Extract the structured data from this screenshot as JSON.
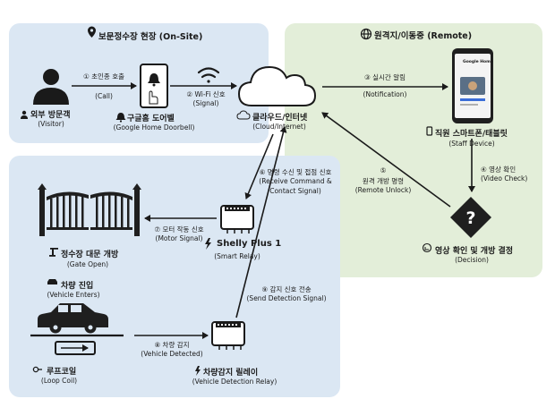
{
  "sections": {
    "onsite": {
      "title": "보문정수장 현장 (On-Site)"
    },
    "remote": {
      "title": "원격지/이동중 (Remote)"
    }
  },
  "nodes": {
    "visitor": {
      "label": "외부 방문객",
      "sub": "(Visitor)"
    },
    "doorbell": {
      "label": "구글홈 도어벨",
      "sub": "(Google Home Doorbell)"
    },
    "cloud": {
      "label": "클라우드/인터넷",
      "sub": "(Cloud/Internet)"
    },
    "staff": {
      "label": "직원 스마트폰/태블릿",
      "sub": "(Staff Device)",
      "screen_title": "Google Home"
    },
    "decision": {
      "label": "영상 확인 및 개방 결정",
      "sub": "(Decision)"
    },
    "gate": {
      "label": "정수장 대문 개방",
      "sub": "(Gate Open)"
    },
    "shelly": {
      "label": "Shelly Plus 1",
      "sub": "(Smart Relay)"
    },
    "vehicle": {
      "label": "차량 진입",
      "sub": "(Vehicle Enters)"
    },
    "loop": {
      "label": "루프코일",
      "sub": "(Loop Coil)"
    },
    "vrelay": {
      "label": "차량감지 릴레이",
      "sub": "(Vehicle Detection Relay)"
    }
  },
  "steps": {
    "s1": {
      "label": "① 초인종 호출",
      "sub": "(Call)"
    },
    "s2": {
      "label": "② Wi-Fi 신호",
      "sub": "(Signal)"
    },
    "s3": {
      "label": "③ 실시간 알림",
      "sub": "(Notification)"
    },
    "s4": {
      "label": "④ 영상 확인",
      "sub": "(Video Check)"
    },
    "s5": {
      "label": "⑤",
      "line1": "원격 개방 명령",
      "sub": "(Remote Unlock)"
    },
    "s6": {
      "label": "⑥ 명령 수신 및 접점 신호",
      "line1": "(Receive Command &",
      "line2": "Contact Signal)"
    },
    "s7": {
      "label": "⑦ 모터 작동 신호",
      "sub": "(Motor Signal)"
    },
    "s8": {
      "label": "⑧ 차량 감지",
      "sub": "(Vehicle Detected)"
    },
    "s9": {
      "label": "⑨ 감지 신호 전송",
      "sub": "(Send Detection Signal)"
    }
  },
  "colors": {
    "onsite_bg": "#dbe7f3",
    "remote_bg": "#e3eed9",
    "ink": "#1a1a1a"
  }
}
